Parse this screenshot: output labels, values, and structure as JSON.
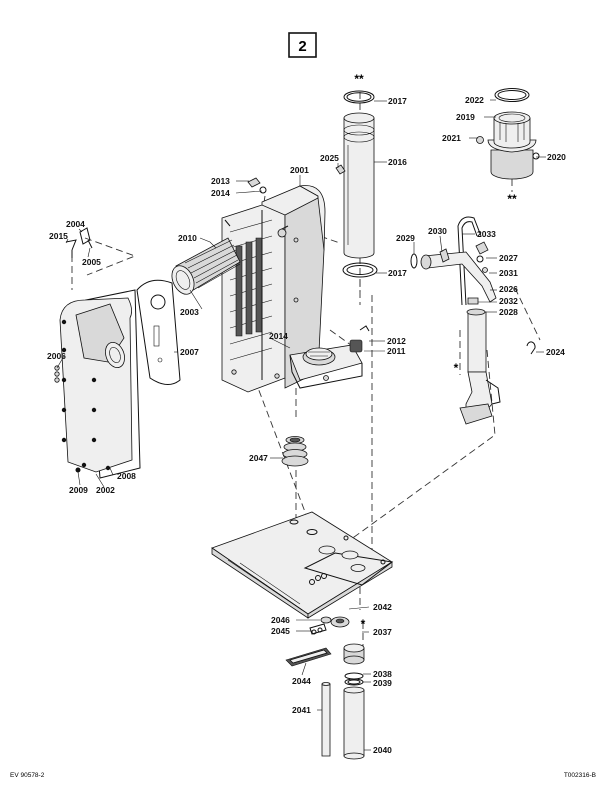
{
  "page_number": "2",
  "doc_code_left": "EV 90578-2",
  "doc_code_right": "T002316-B",
  "symbols": {
    "single_star": "*",
    "double_star": "**"
  },
  "labels": {
    "p2001": "2001",
    "p2002": "2002",
    "p2003": "2003",
    "p2004": "2004",
    "p2005": "2005",
    "p2006": "2006",
    "p2007": "2007",
    "p2008": "2008",
    "p2009": "2009",
    "p2010": "2010",
    "p2011": "2011",
    "p2012": "2012",
    "p2013": "2013",
    "p2014a": "2014",
    "p2014b": "2014",
    "p2015": "2015",
    "p2016": "2016",
    "p2017a": "2017",
    "p2017b": "2017",
    "p2019": "2019",
    "p2020": "2020",
    "p2021": "2021",
    "p2022": "2022",
    "p2024": "2024",
    "p2025": "2025",
    "p2026": "2026",
    "p2027": "2027",
    "p2028": "2028",
    "p2029": "2029",
    "p2030": "2030",
    "p2031": "2031",
    "p2032": "2032",
    "p2033": "2033",
    "p2037": "2037",
    "p2038": "2038",
    "p2039": "2039",
    "p2040": "2040",
    "p2041": "2041",
    "p2042": "2042",
    "p2044": "2044",
    "p2045": "2045",
    "p2046": "2046",
    "p2047": "2047"
  }
}
